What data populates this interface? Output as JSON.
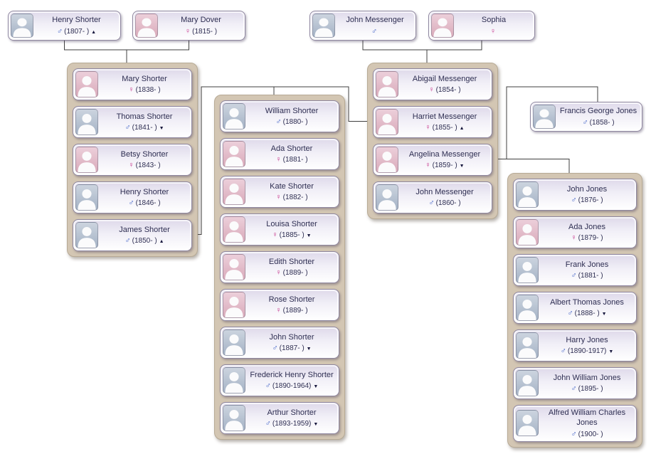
{
  "symbols": {
    "male": "♂",
    "female": "♀",
    "up": "▲",
    "down": "▼"
  },
  "colors": {
    "male_symbol": "#4263c7",
    "female_symbol": "#c73a8f",
    "group_bg": "#d3c6b3",
    "card_border": "#8f87a0",
    "line": "#3f3f3f"
  },
  "individuals": {
    "henry_shorter_sr": {
      "name": "Henry Shorter",
      "gender": "male",
      "dates": "(1807- )",
      "arrow": "up"
    },
    "mary_dover": {
      "name": "Mary Dover",
      "gender": "female",
      "dates": "(1815- )",
      "arrow": ""
    },
    "john_messenger_sr": {
      "name": "John Messenger",
      "gender": "male",
      "dates": "",
      "arrow": ""
    },
    "sophia": {
      "name": "Sophia",
      "gender": "female",
      "dates": "",
      "arrow": ""
    },
    "francis_george_jones": {
      "name": "Francis George Jones",
      "gender": "male",
      "dates": "(1858- )",
      "arrow": ""
    }
  },
  "groups": {
    "shorter_children": [
      {
        "name": "Mary Shorter",
        "gender": "female",
        "dates": "(1838- )",
        "arrow": ""
      },
      {
        "name": "Thomas Shorter",
        "gender": "male",
        "dates": "(1841- )",
        "arrow": "down"
      },
      {
        "name": "Betsy Shorter",
        "gender": "female",
        "dates": "(1843- )",
        "arrow": ""
      },
      {
        "name": "Henry Shorter",
        "gender": "male",
        "dates": "(1846- )",
        "arrow": ""
      },
      {
        "name": "James Shorter",
        "gender": "male",
        "dates": "(1850- )",
        "arrow": "up"
      }
    ],
    "shorter_grandchildren": [
      {
        "name": "William Shorter",
        "gender": "male",
        "dates": "(1880- )",
        "arrow": ""
      },
      {
        "name": "Ada Shorter",
        "gender": "female",
        "dates": "(1881- )",
        "arrow": ""
      },
      {
        "name": "Kate Shorter",
        "gender": "female",
        "dates": "(1882- )",
        "arrow": ""
      },
      {
        "name": "Louisa Shorter",
        "gender": "female",
        "dates": "(1885- )",
        "arrow": "down"
      },
      {
        "name": "Edith Shorter",
        "gender": "female",
        "dates": "(1889- )",
        "arrow": ""
      },
      {
        "name": "Rose Shorter",
        "gender": "female",
        "dates": "(1889- )",
        "arrow": ""
      },
      {
        "name": "John Shorter",
        "gender": "male",
        "dates": "(1887- )",
        "arrow": "down"
      },
      {
        "name": "Frederick Henry Shorter",
        "gender": "male",
        "dates": "(1890-1964)",
        "arrow": "down"
      },
      {
        "name": "Arthur Shorter",
        "gender": "male",
        "dates": "(1893-1959)",
        "arrow": "down"
      }
    ],
    "messenger_children": [
      {
        "name": "Abigail Messenger",
        "gender": "female",
        "dates": "(1854- )",
        "arrow": ""
      },
      {
        "name": "Harriet Messenger",
        "gender": "female",
        "dates": "(1855- )",
        "arrow": "up"
      },
      {
        "name": "Angelina Messenger",
        "gender": "female",
        "dates": "(1859- )",
        "arrow": "down"
      },
      {
        "name": "John Messenger",
        "gender": "male",
        "dates": "(1860- )",
        "arrow": ""
      }
    ],
    "jones_children": [
      {
        "name": "John Jones",
        "gender": "male",
        "dates": "(1876- )",
        "arrow": ""
      },
      {
        "name": "Ada Jones",
        "gender": "female",
        "dates": "(1879- )",
        "arrow": ""
      },
      {
        "name": "Frank Jones",
        "gender": "male",
        "dates": "(1881- )",
        "arrow": ""
      },
      {
        "name": "Albert Thomas Jones",
        "gender": "male",
        "dates": "(1888- )",
        "arrow": "down"
      },
      {
        "name": "Harry Jones",
        "gender": "male",
        "dates": "(1890-1917)",
        "arrow": "down"
      },
      {
        "name": "John William Jones",
        "gender": "male",
        "dates": "(1895- )",
        "arrow": ""
      },
      {
        "name": "Alfred William Charles Jones",
        "gender": "male",
        "dates": "(1900- )",
        "arrow": ""
      }
    ]
  }
}
